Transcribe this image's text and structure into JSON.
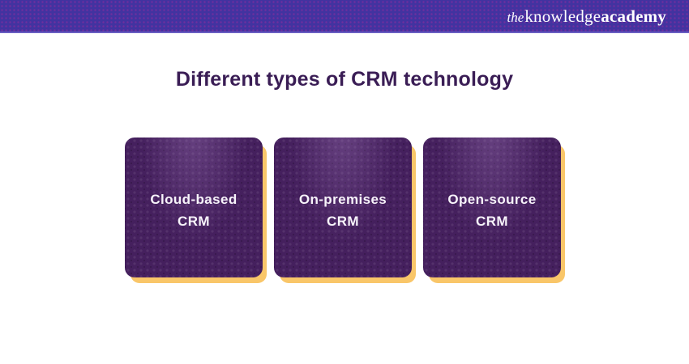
{
  "header": {
    "logo": {
      "the": "the",
      "knowledge": "knowledge",
      "academy": "academy"
    }
  },
  "title": "Different types of CRM technology",
  "cards": [
    {
      "line1": "Cloud-based",
      "line2": "CRM"
    },
    {
      "line1": "On-premises",
      "line2": "CRM"
    },
    {
      "line1": "Open-source",
      "line2": "CRM"
    }
  ],
  "colors": {
    "banner_background": "#4233a0",
    "banner_dot": "#942c9e",
    "card_background": "#45205e",
    "card_shadow": "#f9c669",
    "card_text": "#f7f3fa",
    "title_text": "#3a1d55",
    "logo_text": "#ffffff"
  }
}
